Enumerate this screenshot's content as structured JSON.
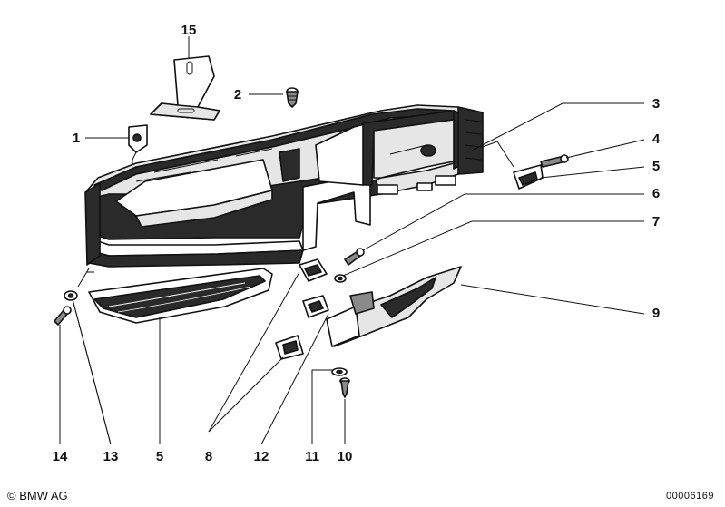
{
  "callouts": {
    "c1": "1",
    "c2": "2",
    "c3": "3",
    "c4": "4",
    "c5_right": "5",
    "c6": "6",
    "c7": "7",
    "c9": "9",
    "c15": "15",
    "c14": "14",
    "c13": "13",
    "c5_bottom": "5",
    "c8": "8",
    "c12": "12",
    "c11": "11",
    "c10": "10"
  },
  "footer": {
    "copyright": "© BMW AG",
    "doc_number": "00006169"
  }
}
